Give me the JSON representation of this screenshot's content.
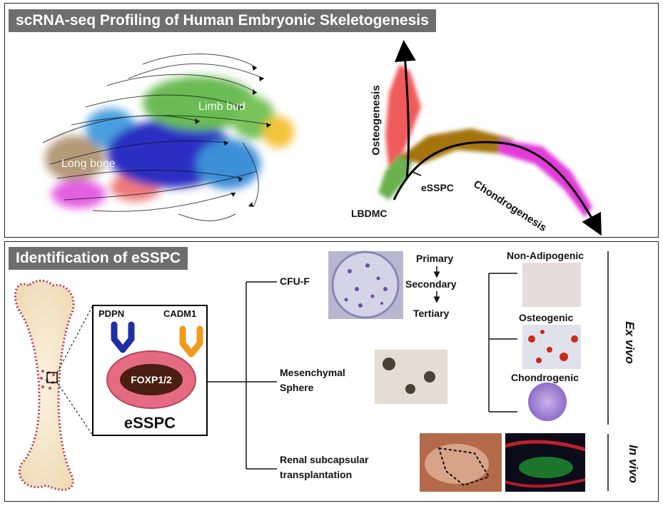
{
  "top_panel": {
    "title": "scRNA-seq Profiling of Human Embryonic Skeletogenesis",
    "cluster_labels": {
      "limb_bud": "Limb bud",
      "long_bone": "Long bone"
    },
    "trajectory_labels": {
      "osteogenesis": "Osteogenesis",
      "chondrogenesis": "Chondrogenesis",
      "esspc": "eSSPC",
      "lbdmc": "LBDMC"
    }
  },
  "bottom_panel": {
    "title": "Identification of eSSPC",
    "cell": {
      "marker_left": "PDPN",
      "marker_right": "CADM1",
      "nucleus": "FOXP1/2",
      "name": "eSSPC"
    },
    "assays": {
      "cfu": "CFU-F",
      "sphere_line1": "Mesenchymal",
      "sphere_line2": "Sphere",
      "renal_line1": "Renal subcapsular",
      "renal_line2": "transplantation"
    },
    "cfu_steps": [
      "Primary",
      "Secondary",
      "Tertiary"
    ],
    "differentiation": [
      "Non-Adipogenic",
      "Osteogenic",
      "Chondrogenic"
    ],
    "side_labels": {
      "ex_vivo": "Ex vivo",
      "in_vivo": "In vivo"
    }
  },
  "colors": {
    "header_bg": "#6e6e6e",
    "green": "#6ab04c",
    "blue": "#2a2fb8",
    "brown": "#b08a5a",
    "orange": "#e8a317",
    "pink": "#e23ad8",
    "red": "#e85a5a",
    "cell_ring": "#d9607a",
    "nucleus": "#4a1e12"
  }
}
